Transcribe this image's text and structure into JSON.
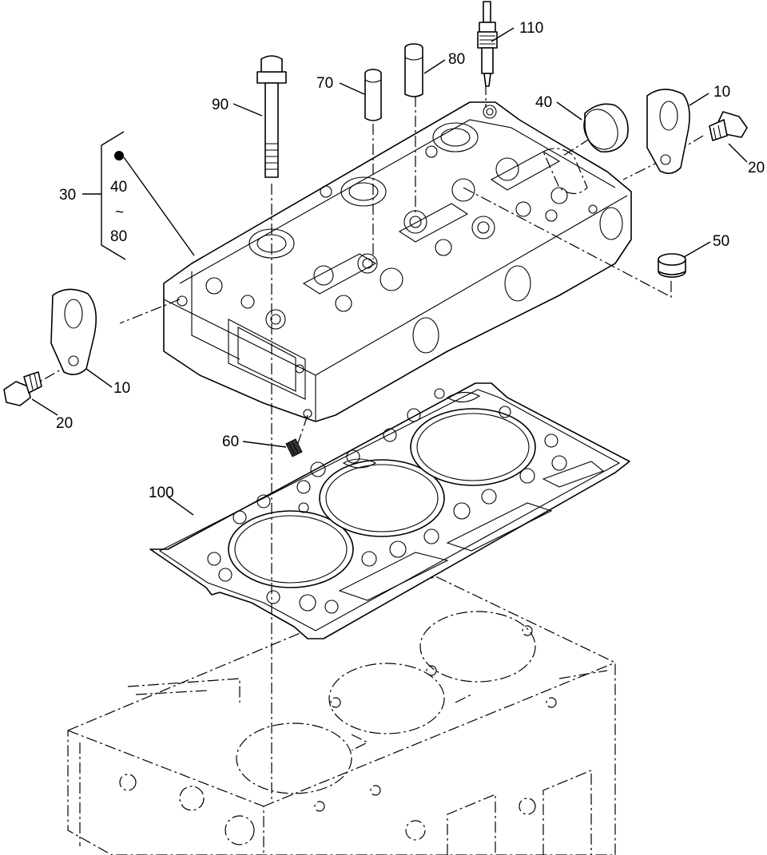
{
  "labels": {
    "l110": "110",
    "l80_part": "80",
    "l70": "70",
    "l90": "90",
    "l40_part": "40",
    "l10_right": "10",
    "l20_right": "20",
    "l30": "30",
    "l40_range": "40",
    "l_range_sep": "~",
    "l80_range": "80",
    "l50": "50",
    "l10_left": "10",
    "l20_left": "20",
    "l60": "60",
    "l100": "100"
  }
}
